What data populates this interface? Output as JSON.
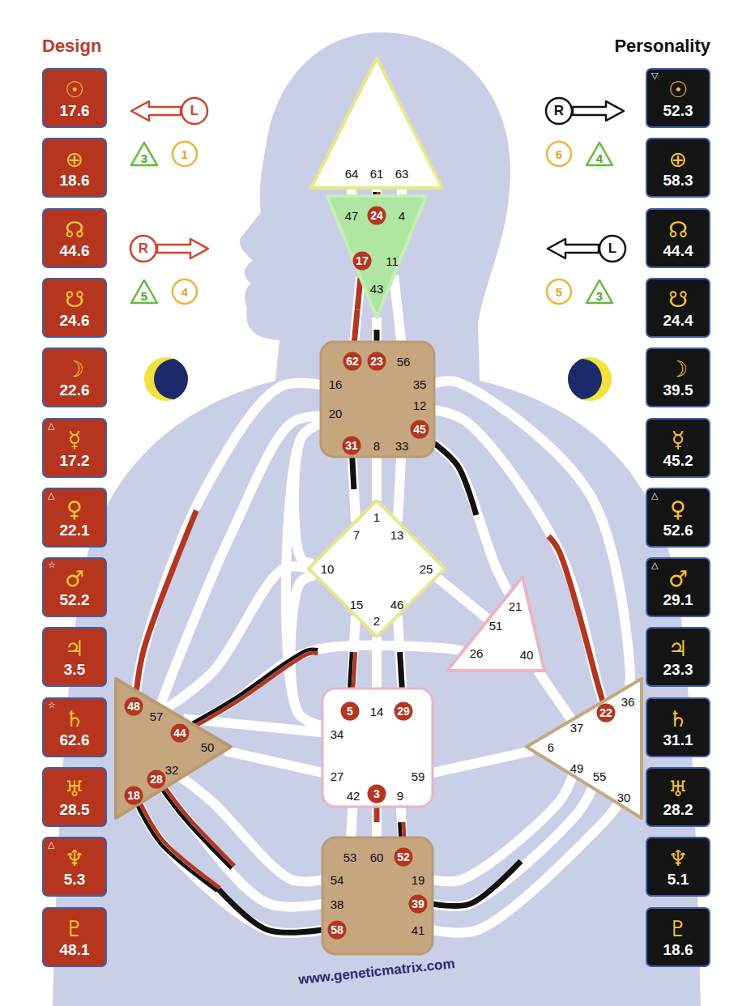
{
  "diagram": {
    "nodes": [
      {
        "text": [
          "☉",
          "17.6"
        ]
      },
      {
        "text": [
          "⊕",
          "18.6"
        ]
      },
      {
        "text": [
          "☊",
          "44.6"
        ]
      },
      {
        "text": [
          "☋",
          "24.6"
        ]
      },
      {
        "text": [
          "☽",
          "22.6"
        ]
      },
      {
        "text": [
          "△",
          "☿",
          "17.2"
        ]
      },
      {
        "text": [
          "△",
          "♀",
          "22.1"
        ]
      },
      {
        "text": [
          "☆",
          "♂",
          "52.2"
        ]
      },
      {
        "text": [
          "♃",
          "3.5"
        ]
      },
      {
        "text": [
          "☆",
          "♄",
          "62.6"
        ]
      },
      {
        "text": [
          "♅",
          "28.5"
        ]
      },
      {
        "text": [
          "△",
          "♆",
          "5.3"
        ]
      },
      {
        "text": [
          "♇",
          "48.1"
        ]
      },
      {
        "text": [
          "▽",
          "☉",
          "52.3"
        ]
      },
      {
        "text": [
          "⊕",
          "58.3"
        ]
      },
      {
        "text": [
          "☊",
          "44.4"
        ]
      },
      {
        "text": [
          "☋",
          "24.4"
        ]
      },
      {
        "text": [
          "☽",
          "39.5"
        ]
      },
      {
        "text": [
          "☿",
          "45.2"
        ]
      },
      {
        "text": [
          "△",
          "♀",
          "52.6"
        ]
      },
      {
        "text": [
          "△",
          "♂",
          "29.1"
        ]
      },
      {
        "text": [
          "♃",
          "23.3"
        ]
      },
      {
        "text": [
          "♄",
          "31.1"
        ]
      },
      {
        "text": [
          "♅",
          "28.2"
        ]
      },
      {
        "text": [
          "♆",
          "5.1"
        ]
      },
      {
        "text": [
          "♇",
          "18.6"
        ]
      },
      {
        "text": [
          "L"
        ]
      },
      {
        "text": [
          "3"
        ]
      },
      {
        "text": [
          "1"
        ]
      },
      {
        "text": [
          "R"
        ]
      },
      {
        "text": [
          "5"
        ]
      },
      {
        "text": [
          "4"
        ]
      },
      {
        "text": [
          "R"
        ]
      },
      {
        "text": [
          "6"
        ]
      },
      {
        "text": [
          "4"
        ]
      },
      {
        "text": [
          "L"
        ]
      },
      {
        "text": [
          "5"
        ]
      },
      {
        "text": [
          "3"
        ]
      },
      {
        "text": [
          "64",
          "61",
          "63"
        ]
      },
      {
        "text": [
          "47",
          "24",
          "4",
          "17",
          "11",
          "43"
        ]
      },
      {
        "text": [
          "62",
          "23",
          "56",
          "16",
          "35",
          "20",
          "12",
          "45",
          "31",
          "8",
          "33"
        ]
      },
      {
        "text": [
          "1",
          "7",
          "13",
          "10",
          "25",
          "15",
          "46",
          "2"
        ]
      },
      {
        "text": [
          "21",
          "51",
          "26",
          "40"
        ]
      },
      {
        "text": [
          "48",
          "57",
          "44",
          "50",
          "32",
          "28",
          "18"
        ]
      },
      {
        "text": [
          "22",
          "36",
          "37",
          "6",
          "49",
          "55",
          "30"
        ]
      },
      {
        "text": [
          "5",
          "14",
          "29",
          "34",
          "27",
          "42",
          "3",
          "9",
          "59"
        ]
      },
      {
        "text": [
          "53",
          "60",
          "52",
          "54",
          "19",
          "38",
          "39",
          "58",
          "41"
        ]
      }
    ],
    "edges": [
      {
        "from": 38,
        "to": 39,
        "arrow": "none"
      },
      {
        "from": 38,
        "to": 39,
        "arrow": "none"
      },
      {
        "from": 38,
        "to": 39,
        "arrow": "none"
      },
      {
        "from": 39,
        "to": 40,
        "arrow": "none"
      },
      {
        "from": 39,
        "to": 40,
        "arrow": "none"
      },
      {
        "from": 39,
        "to": 40,
        "arrow": "none"
      },
      {
        "from": 40,
        "to": 41,
        "arrow": "none"
      },
      {
        "from": 40,
        "to": 41,
        "arrow": "none"
      },
      {
        "from": 40,
        "to": 41,
        "arrow": "none"
      },
      {
        "from": 40,
        "to": 42,
        "arrow": "none"
      },
      {
        "from": 40,
        "to": 43,
        "arrow": "none"
      },
      {
        "from": 40,
        "to": 43,
        "arrow": "none"
      },
      {
        "from": 40,
        "to": 45,
        "arrow": "none"
      },
      {
        "from": 40,
        "to": 44,
        "arrow": "none"
      },
      {
        "from": 40,
        "to": 44,
        "arrow": "none"
      },
      {
        "from": 41,
        "to": 45,
        "arrow": "none"
      },
      {
        "from": 41,
        "to": 45,
        "arrow": "none"
      },
      {
        "from": 41,
        "to": 45,
        "arrow": "none"
      },
      {
        "from": 41,
        "to": 43,
        "arrow": "none"
      },
      {
        "from": 41,
        "to": 45,
        "arrow": "none"
      },
      {
        "from": 41,
        "to": 40,
        "arrow": "none"
      },
      {
        "from": 41,
        "to": 42,
        "arrow": "none"
      },
      {
        "from": 42,
        "to": 43,
        "arrow": "none"
      },
      {
        "from": 44,
        "to": 42,
        "arrow": "none"
      },
      {
        "from": 45,
        "to": 43,
        "arrow": "none"
      },
      {
        "from": 45,
        "to": 43,
        "arrow": "none"
      },
      {
        "from": 45,
        "to": 44,
        "arrow": "none"
      },
      {
        "from": 45,
        "to": 46,
        "arrow": "none"
      },
      {
        "from": 45,
        "to": 46,
        "arrow": "none"
      },
      {
        "from": 45,
        "to": 46,
        "arrow": "none"
      },
      {
        "from": 46,
        "to": 43,
        "arrow": "none"
      },
      {
        "from": 43,
        "to": 46,
        "arrow": "none"
      },
      {
        "from": 43,
        "to": 46,
        "arrow": "none"
      },
      {
        "from": 46,
        "to": 44,
        "arrow": "none"
      },
      {
        "from": 46,
        "to": 44,
        "arrow": "none"
      },
      {
        "from": 46,
        "to": 44,
        "arrow": "none"
      }
    ],
    "labels": [
      "Design",
      "Personality",
      "www.geneticmatrix.com"
    ]
  }
}
